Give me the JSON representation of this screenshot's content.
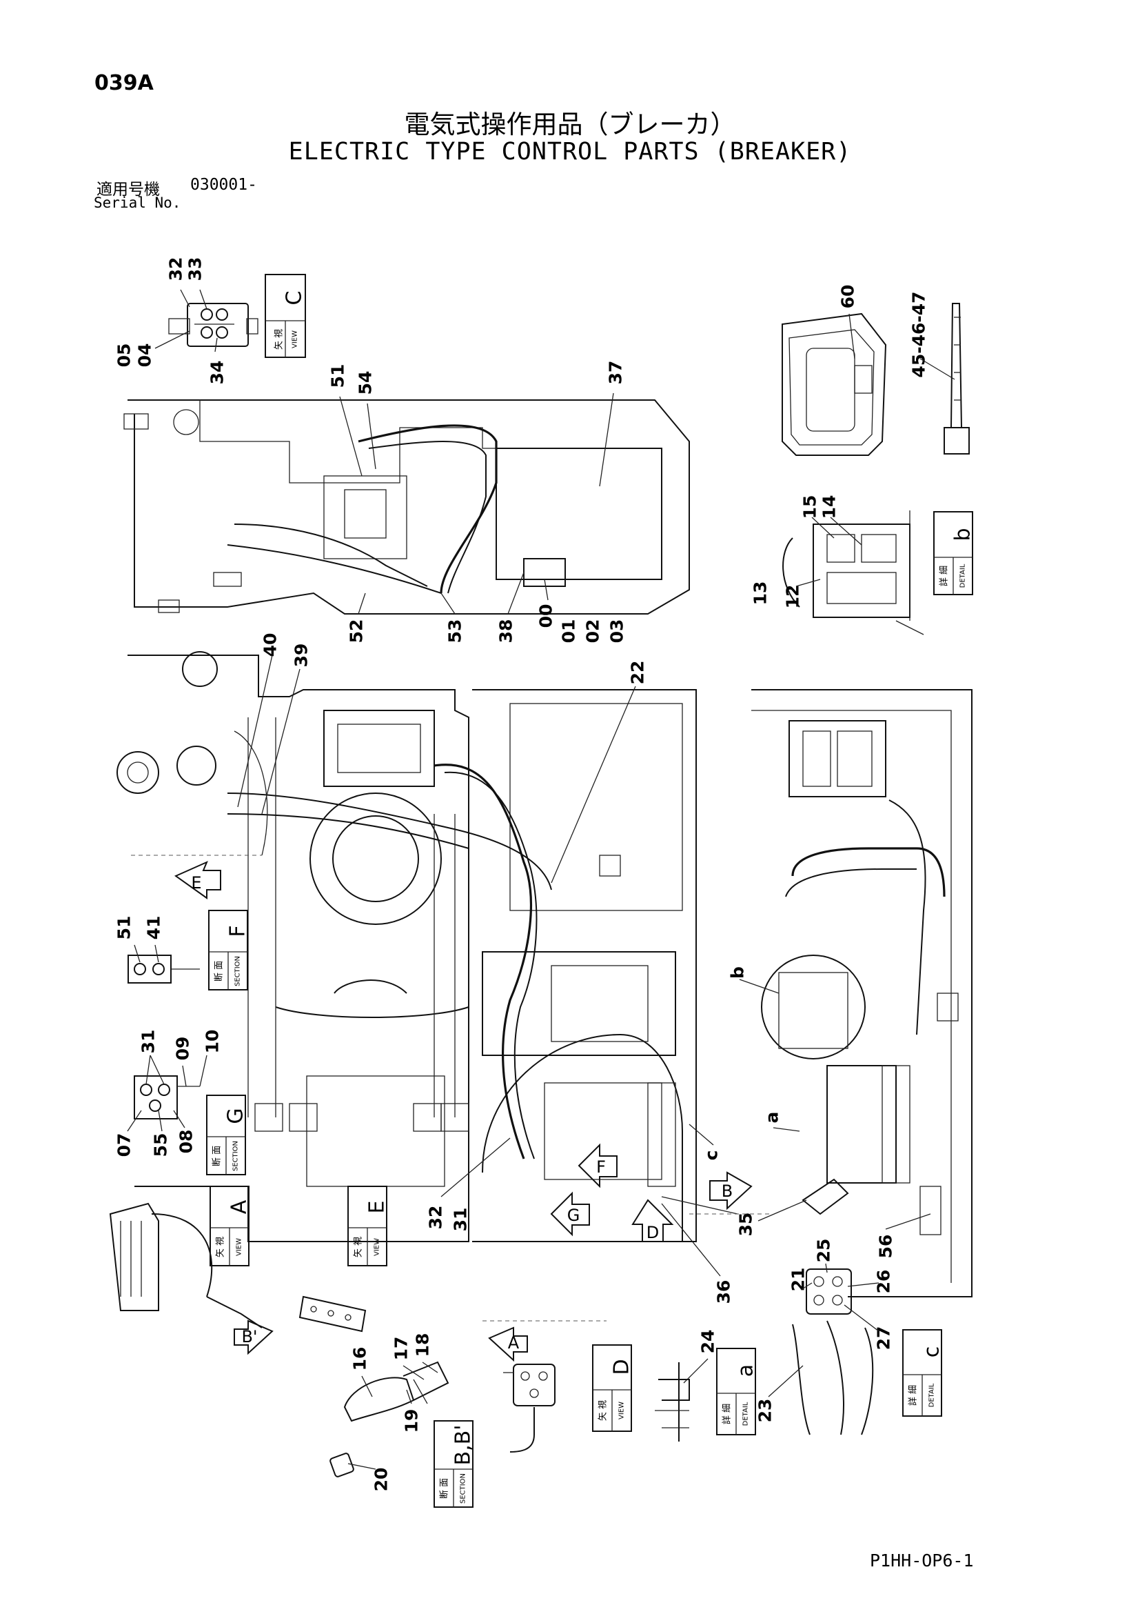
{
  "page_number": "039A",
  "title_ja": "電気式操作用品（ブレーカ）",
  "title_en": "ELECTRIC TYPE CONTROL PARTS (BREAKER)",
  "serial": {
    "label_ja": "適用号機",
    "value": "030001-",
    "label_en": "Serial No."
  },
  "footer_code": "P1HH-OP6-1",
  "callouts": [
    "32",
    "33",
    "05",
    "04",
    "34",
    "51",
    "54",
    "37",
    "60",
    "45-46-47",
    "15",
    "14",
    "13",
    "12",
    "52",
    "53",
    "38",
    "00",
    "01",
    "02",
    "03",
    "40",
    "39",
    "22",
    "b",
    "51",
    "41",
    "31",
    "09",
    "10",
    "07",
    "55",
    "08",
    "a",
    "c",
    "32",
    "31",
    "35",
    "36",
    "56",
    "25",
    "21",
    "26",
    "27",
    "23",
    "24",
    "16",
    "17",
    "18",
    "19",
    "20"
  ],
  "captions": {
    "view_c": {
      "letter": "C",
      "ja": "矢 視",
      "en": "VIEW"
    },
    "detail_b": {
      "letter": "b",
      "ja": "詳 細",
      "en": "DETAIL"
    },
    "section_f": {
      "letter": "F",
      "ja": "断 面",
      "en": "SECTION"
    },
    "section_g": {
      "letter": "G",
      "ja": "断 面",
      "en": "SECTION"
    },
    "view_a": {
      "letter": "A",
      "ja": "矢 視",
      "en": "VIEW"
    },
    "view_e": {
      "letter": "E",
      "ja": "矢 視",
      "en": "VIEW"
    },
    "section_bb": {
      "letter": "B,B'",
      "ja": "断 面",
      "en": "SECTION"
    },
    "view_d": {
      "letter": "D",
      "ja": "矢 視",
      "en": "VIEW"
    },
    "detail_a": {
      "letter": "a",
      "ja": "詳 細",
      "en": "DETAIL"
    },
    "detail_c": {
      "letter": "c",
      "ja": "詳 細",
      "en": "DETAIL"
    }
  },
  "view_arrows": [
    "E",
    "F",
    "G",
    "D",
    "B",
    "B'",
    "A"
  ]
}
